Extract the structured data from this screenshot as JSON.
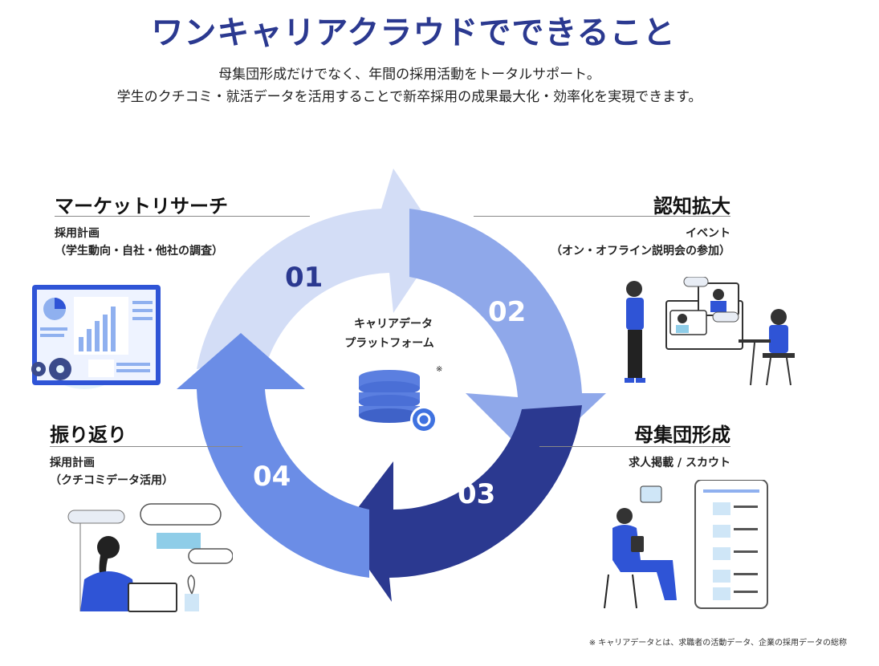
{
  "header": {
    "title": "ワンキャリアクラウドでできること",
    "subtitle_line1": "母集団形成だけでなく、年間の採用活動をトータルサポート。",
    "subtitle_line2": "学生のクチコミ・就活データを活用することで新卒採用の成果最大化・効率化を実現できます。"
  },
  "center": {
    "line1": "キャリアデータ",
    "line2": "プラットフォーム",
    "mark": "※"
  },
  "steps": [
    {
      "number": "01",
      "title": "マーケットリサーチ",
      "line1": "採用計画",
      "line2": "（学生動向・自社・他社の調査）"
    },
    {
      "number": "02",
      "title": "認知拡大",
      "line1": "イベント",
      "line2": "（オン・オフライン説明会の参加）"
    },
    {
      "number": "03",
      "title": "母集団形成",
      "line1": "求人掲載 / スカウト",
      "line2": ""
    },
    {
      "number": "04",
      "title": "振り返り",
      "line1": "採用計画",
      "line2": "（クチコミデータ活用）"
    }
  ],
  "colors": {
    "title": "#2b3990",
    "step01": "#d3ddf6",
    "step02": "#8fa8ea",
    "step03": "#2b3990",
    "step04": "#6b8de6"
  },
  "footnote": "※ キャリアデータとは、求職者の活動データ、企業の採用データの総称"
}
